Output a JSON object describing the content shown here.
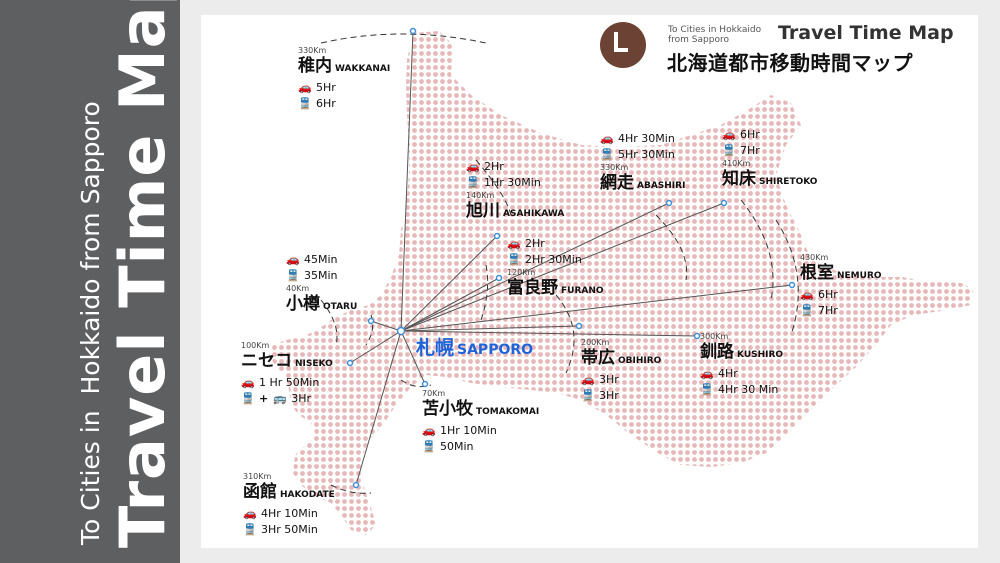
{
  "sidebar": {
    "title": "Travel Time Map",
    "subtitle_part1": "To Cities in",
    "subtitle_part2": "Hokkaido from Sapporo"
  },
  "header": {
    "small_line1": "To Cities in  Hokkaido",
    "small_line2": "from Sapporo",
    "title": "Travel Time Map",
    "title_jp": "北海道都市移動時間マップ",
    "logo_icon": "clock-icon",
    "logo_color": "#6b4233"
  },
  "colors": {
    "map_dots": "#e7b8b8",
    "route_line": "#555555",
    "city_marker": "#3d8fd8",
    "sapporo_label": "#1f63d8",
    "sidebar": "#5e5f61"
  },
  "origin": {
    "name_jp": "札幌",
    "name_en": "SAPPORO"
  },
  "cities": [
    {
      "id": "wakkanai",
      "name_jp": "稚内",
      "name_en": "WAKKANAI",
      "distance": "330Km",
      "car": "5Hr",
      "train": "6Hr"
    },
    {
      "id": "asahikawa",
      "name_jp": "旭川",
      "name_en": "ASAHIKAWA",
      "distance": "140Km",
      "car": "2Hr",
      "train": "1Hr 30Min"
    },
    {
      "id": "abashiri",
      "name_jp": "網走",
      "name_en": "ABASHIRI",
      "distance": "330Km",
      "car": "4Hr 30Min",
      "train": "5Hr 30Min"
    },
    {
      "id": "shiretoko",
      "name_jp": "知床",
      "name_en": "SHIRETOKO",
      "distance": "410Km",
      "car": "6Hr",
      "train": "7Hr"
    },
    {
      "id": "furano",
      "name_jp": "富良野",
      "name_en": "FURANO",
      "distance": "120Km",
      "car": "2Hr",
      "train": "2Hr 30Min"
    },
    {
      "id": "otaru",
      "name_jp": "小樽",
      "name_en": "OTARU",
      "distance": "40Km",
      "car": "45Min",
      "train": "35Min"
    },
    {
      "id": "nemuro",
      "name_jp": "根室",
      "name_en": "NEMURO",
      "distance": "430Km",
      "car": "6Hr",
      "train": "7Hr"
    },
    {
      "id": "niseko",
      "name_jp": "ニセコ",
      "name_en": "NISEKO",
      "distance": "100Km",
      "car": "1 Hr 50Min",
      "train": "3Hr",
      "train_mode": "train+bus"
    },
    {
      "id": "obihiro",
      "name_jp": "帯広",
      "name_en": "OBIHIRO",
      "distance": "200Km",
      "car": "3Hr",
      "train": "3Hr"
    },
    {
      "id": "kushiro",
      "name_jp": "釧路",
      "name_en": "KUSHIRO",
      "distance": "300Km",
      "car": "4Hr",
      "train": "4Hr 30 Min"
    },
    {
      "id": "tomakomai",
      "name_jp": "苫小牧",
      "name_en": "TOMAKOMAI",
      "distance": "70Km",
      "car": "1Hr 10Min",
      "train": "50Min"
    },
    {
      "id": "hakodate",
      "name_jp": "函館",
      "name_en": "HAKODATE",
      "distance": "310Km",
      "car": "4Hr 10Min",
      "train": "3Hr 50Min"
    }
  ],
  "icons": {
    "car": "car-icon",
    "train": "train-icon"
  }
}
